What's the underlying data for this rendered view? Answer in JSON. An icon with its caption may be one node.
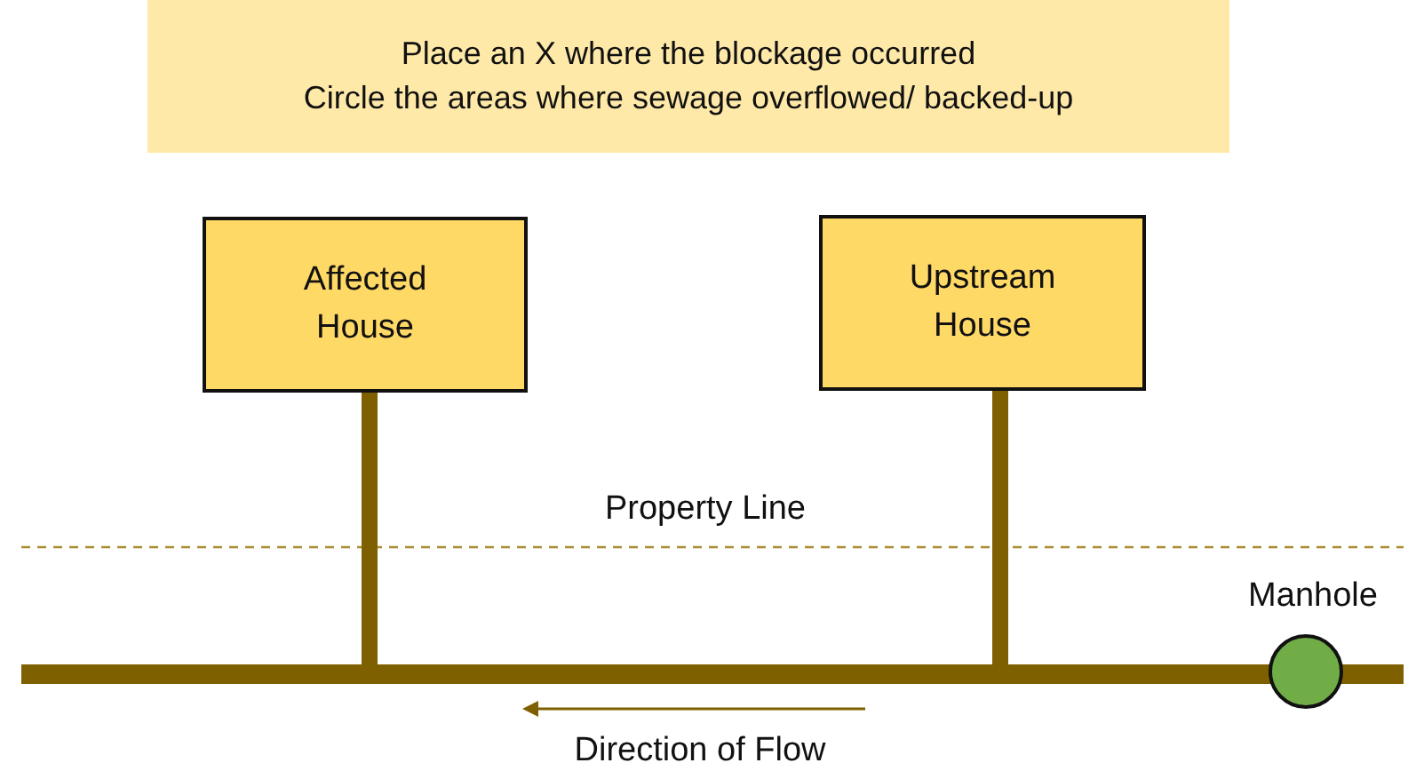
{
  "diagram": {
    "nodes": [
      {
        "text": [
          "Place an X where the blockage occurred",
          "Circle the areas where sewage overflowed/ backed-up"
        ]
      },
      {
        "text": [
          "Affected House"
        ]
      },
      {
        "text": [
          "Upstream House"
        ]
      },
      {
        "text": [],
        "shape": "bar"
      },
      {
        "text": [],
        "shape": "circle",
        "beside": [
          "Manhole"
        ]
      }
    ],
    "edges": [
      {
        "from": 1,
        "to": 3,
        "arrow": "none"
      },
      {
        "from": 2,
        "to": 3,
        "arrow": "none"
      }
    ],
    "labels": [
      "Property Line",
      "Direction of Flow"
    ]
  }
}
